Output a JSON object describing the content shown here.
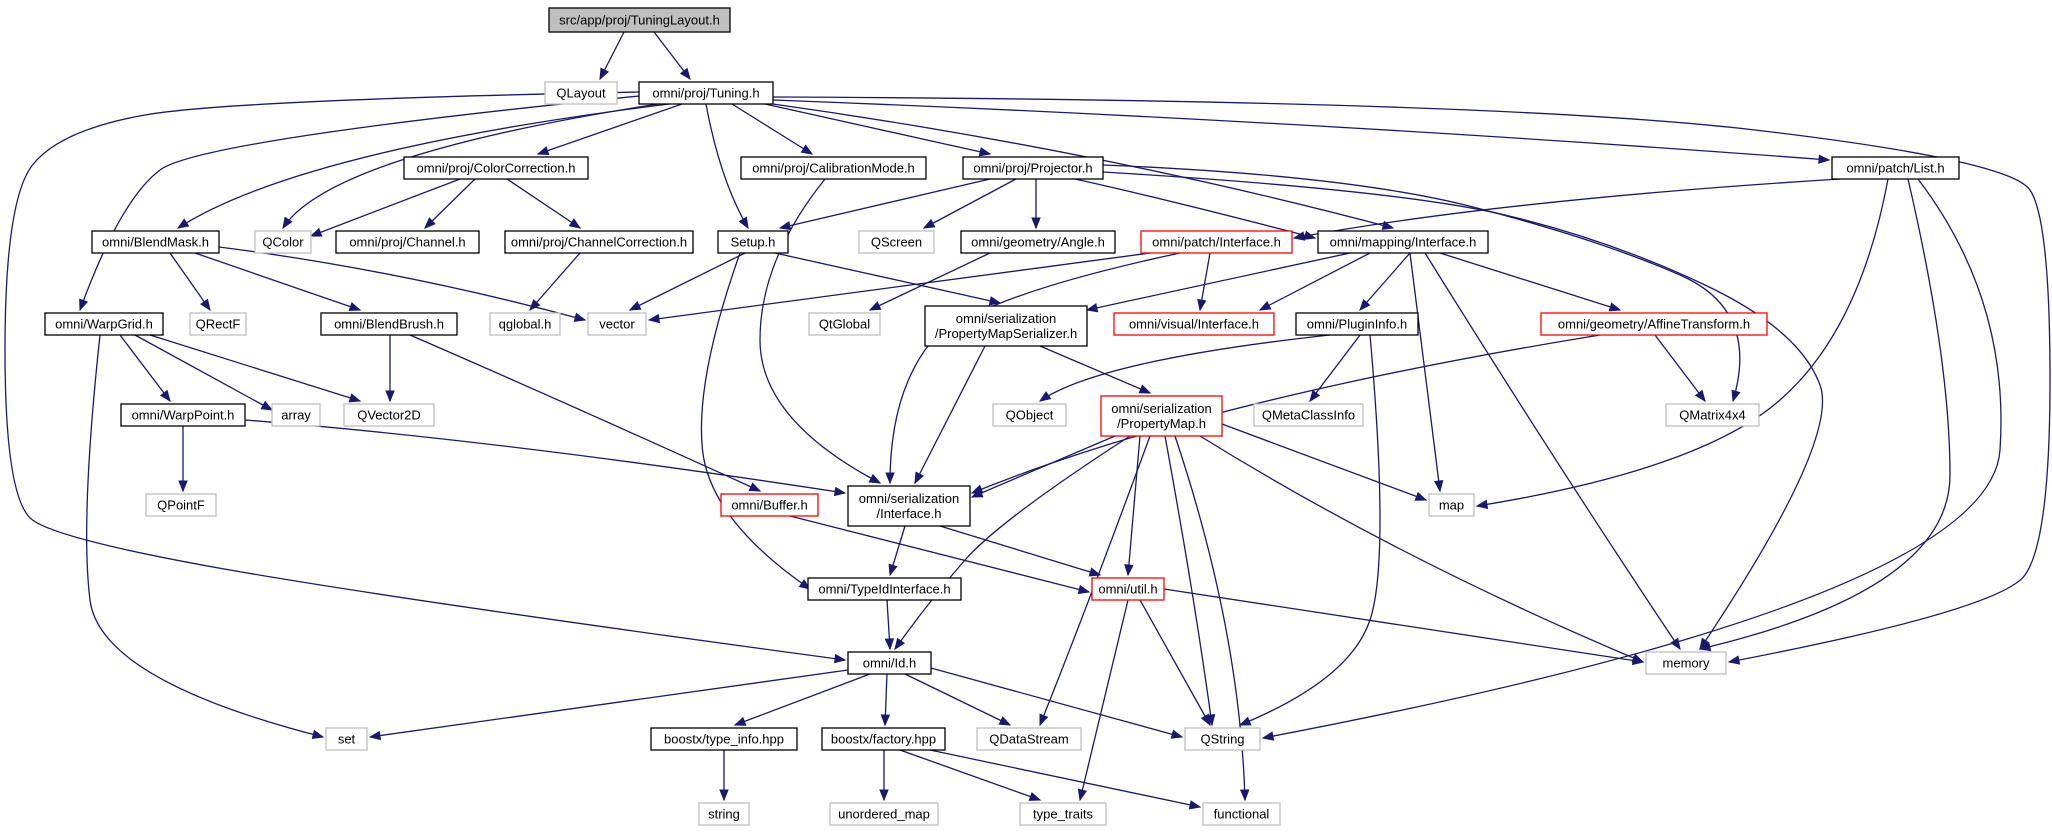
{
  "colors": {
    "edge": "#191970",
    "root_fill": "#bfbfbf",
    "documented_border": "#000000",
    "undocumented_border": "#bfbfbf",
    "truncated_border": "#ff0000",
    "background": "#ffffff"
  },
  "nodes": [
    {
      "id": "root",
      "label": "src/app/proj/TuningLayout.h",
      "style": "root"
    },
    {
      "id": "qlayout",
      "label": "QLayout",
      "style": "ext"
    },
    {
      "id": "tuning",
      "label": "omni/proj/Tuning.h",
      "style": "doc"
    },
    {
      "id": "colorcorr",
      "label": "omni/proj/ColorCorrection.h",
      "style": "doc"
    },
    {
      "id": "calibmode",
      "label": "omni/proj/CalibrationMode.h",
      "style": "doc"
    },
    {
      "id": "projector",
      "label": "omni/proj/Projector.h",
      "style": "doc"
    },
    {
      "id": "patchlist",
      "label": "omni/patch/List.h",
      "style": "doc"
    },
    {
      "id": "blendmask",
      "label": "omni/BlendMask.h",
      "style": "doc"
    },
    {
      "id": "qcolor",
      "label": "QColor",
      "style": "ext"
    },
    {
      "id": "channel",
      "label": "omni/proj/Channel.h",
      "style": "doc"
    },
    {
      "id": "chancorr",
      "label": "omni/proj/ChannelCorrection.h",
      "style": "doc"
    },
    {
      "id": "setup",
      "label": "Setup.h",
      "style": "doc"
    },
    {
      "id": "qscreen",
      "label": "QScreen",
      "style": "ext"
    },
    {
      "id": "angle",
      "label": "omni/geometry/Angle.h",
      "style": "doc"
    },
    {
      "id": "patchiface",
      "label": "omni/patch/Interface.h",
      "style": "red"
    },
    {
      "id": "mapiface",
      "label": "omni/mapping/Interface.h",
      "style": "doc"
    },
    {
      "id": "warpgrid",
      "label": "omni/WarpGrid.h",
      "style": "doc"
    },
    {
      "id": "qrectf",
      "label": "QRectF",
      "style": "ext"
    },
    {
      "id": "blendbrush",
      "label": "omni/BlendBrush.h",
      "style": "doc"
    },
    {
      "id": "qglobalh",
      "label": "qglobal.h",
      "style": "ext"
    },
    {
      "id": "vector",
      "label": "vector",
      "style": "ext"
    },
    {
      "id": "qtglobal",
      "label": "QtGlobal",
      "style": "ext"
    },
    {
      "id": "pmser",
      "label": [
        "omni/serialization",
        "/PropertyMapSerializer.h"
      ],
      "style": "doc"
    },
    {
      "id": "visiface",
      "label": "omni/visual/Interface.h",
      "style": "red"
    },
    {
      "id": "plugininfo",
      "label": "omni/PluginInfo.h",
      "style": "doc"
    },
    {
      "id": "affine",
      "label": "omni/geometry/AffineTransform.h",
      "style": "red"
    },
    {
      "id": "warppoint",
      "label": "omni/WarpPoint.h",
      "style": "doc"
    },
    {
      "id": "array",
      "label": "array",
      "style": "ext"
    },
    {
      "id": "qvector2d",
      "label": "QVector2D",
      "style": "ext"
    },
    {
      "id": "qobject",
      "label": "QObject",
      "style": "ext"
    },
    {
      "id": "propmap",
      "label": [
        "omni/serialization",
        "/PropertyMap.h"
      ],
      "style": "red"
    },
    {
      "id": "qmetaclassinfo",
      "label": "QMetaClassInfo",
      "style": "ext"
    },
    {
      "id": "qmatrix4x4",
      "label": "QMatrix4x4",
      "style": "ext"
    },
    {
      "id": "qpointf",
      "label": "QPointF",
      "style": "ext"
    },
    {
      "id": "buffer",
      "label": "omni/Buffer.h",
      "style": "red"
    },
    {
      "id": "seriface",
      "label": [
        "omni/serialization",
        "/Interface.h"
      ],
      "style": "doc"
    },
    {
      "id": "map",
      "label": "map",
      "style": "ext"
    },
    {
      "id": "typeid",
      "label": "omni/TypeIdInterface.h",
      "style": "doc"
    },
    {
      "id": "util",
      "label": "omni/util.h",
      "style": "red"
    },
    {
      "id": "memory",
      "label": "memory",
      "style": "ext"
    },
    {
      "id": "idh",
      "label": "omni/Id.h",
      "style": "doc"
    },
    {
      "id": "set",
      "label": "set",
      "style": "ext"
    },
    {
      "id": "typeinfo",
      "label": "boostx/type_info.hpp",
      "style": "doc"
    },
    {
      "id": "factory",
      "label": "boostx/factory.hpp",
      "style": "doc"
    },
    {
      "id": "qdatastream",
      "label": "QDataStream",
      "style": "ext"
    },
    {
      "id": "qstring",
      "label": "QString",
      "style": "ext"
    },
    {
      "id": "string",
      "label": "string",
      "style": "ext"
    },
    {
      "id": "unordered",
      "label": "unordered_map",
      "style": "ext"
    },
    {
      "id": "typetraits",
      "label": "type_traits",
      "style": "ext"
    },
    {
      "id": "functional",
      "label": "functional",
      "style": "ext"
    }
  ]
}
